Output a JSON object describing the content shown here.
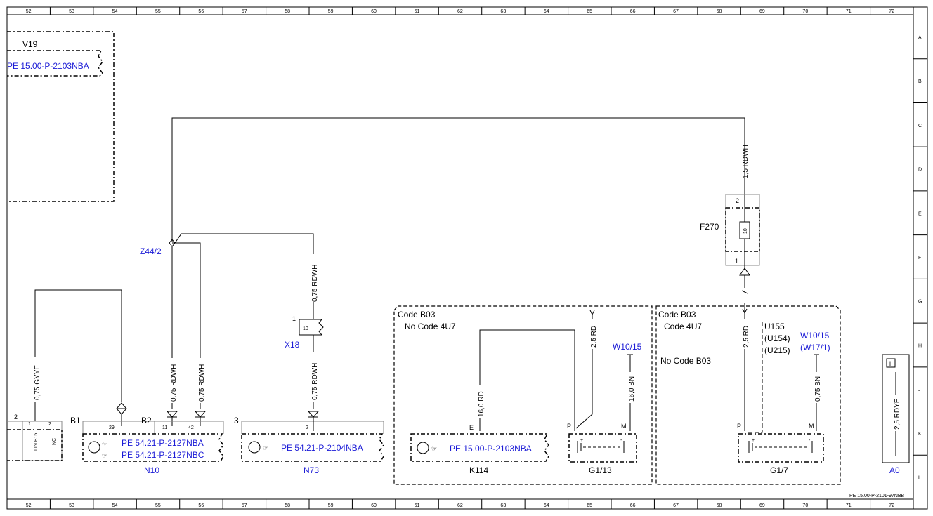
{
  "grid": {
    "columns": [
      "52",
      "53",
      "54",
      "55",
      "56",
      "57",
      "58",
      "59",
      "60",
      "61",
      "62",
      "63",
      "64",
      "65",
      "66",
      "67",
      "68",
      "69",
      "70",
      "71",
      "72"
    ],
    "rows": [
      "A",
      "B",
      "C",
      "D",
      "E",
      "F",
      "G",
      "H",
      "J",
      "K",
      "L"
    ]
  },
  "sheet_id": "PE 15.00-P-2101-97NBB",
  "components": {
    "v19": {
      "label": "V19",
      "ref": "PE 15.00-P-2103NBA"
    },
    "z44": {
      "label": "Z44/2"
    },
    "x18": {
      "label": "X18",
      "pin": "1",
      "inner": "10"
    },
    "f270": {
      "label": "F270",
      "pin_top": "2",
      "pin_bottom": "1",
      "inner": "10"
    },
    "n10": {
      "label": "N10",
      "b1": "B1",
      "b2": "B2",
      "pin29": "29",
      "pin11": "11",
      "pin42": "42",
      "ref1": "PE 54.21-P-2127NBA",
      "ref2": "PE 54.21-P-2127NBC"
    },
    "n73": {
      "label": "N73",
      "pin3": "3",
      "pin2": "2",
      "ref": "PE 54.21-P-2104NBA"
    },
    "k114": {
      "label": "K114",
      "pinE": "E",
      "ref": "PE 15.00-P-2103NBA"
    },
    "g113": {
      "label": "G1/13",
      "pinP": "P",
      "pinM": "M",
      "plus": "+",
      "minus": "-"
    },
    "g17": {
      "label": "G1/7",
      "pinP": "P",
      "pinM": "M",
      "plus": "+",
      "minus": "-"
    },
    "left_conn": {
      "pin2": "2",
      "pin1": "1",
      "pin2b": "2",
      "lbl1": "LIN B15",
      "lbl2": "NC"
    },
    "a0": {
      "label": "A0",
      "wire": "2,5 RDYE",
      "info": "i"
    },
    "w1015a": {
      "label": "W10/15"
    },
    "w1015b": {
      "label": "W10/15",
      "sub": "(W17/1)"
    },
    "u155": {
      "l1": "U155",
      "l2": "(U154)",
      "l3": "(U215)"
    }
  },
  "codes": {
    "box1_l1": "Code B03",
    "box1_l2": "No  Code 4U7",
    "box2_l1": "Code B03",
    "box2_l2": "Code 4U7",
    "box2_l3": "No  Code B03"
  },
  "wires": {
    "w_15rdwh": "1,5 RDWH",
    "w_075gyye": "0,75 GYYE",
    "w_075rdwh_a": "0,75 RDWH",
    "w_075rdwh_b": "0,75 RDWH",
    "w_075rdwh_c": "0,75 RDWH",
    "w_075rdwh_d": "0,75 RDWH",
    "w_160rd": "16,0 RD",
    "w_25rd_a": "2,5 RD",
    "w_160bn": "16,0 BN",
    "w_25rd_b": "2,5 RD",
    "w_075bn": "0,75 BN"
  }
}
